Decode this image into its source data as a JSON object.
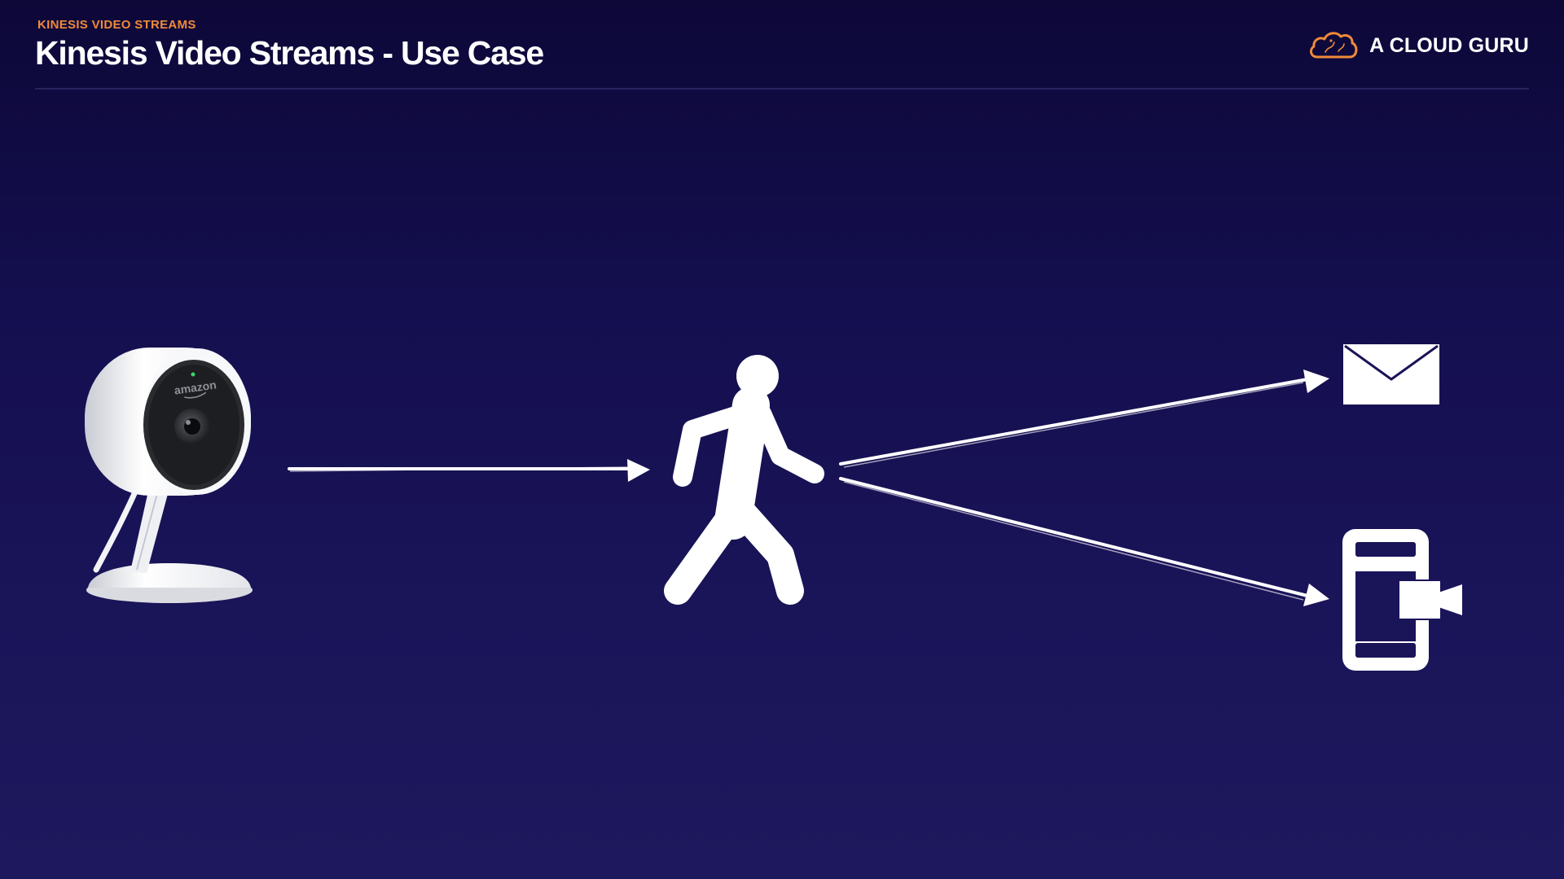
{
  "header": {
    "kicker": "KINESIS VIDEO STREAMS",
    "title": "Kinesis Video Streams - Use Case"
  },
  "brand": {
    "name": "A CLOUD GURU",
    "logo_icon": "cloud-logo-icon",
    "accent_color": "#f08a3a"
  },
  "diagram": {
    "nodes": [
      {
        "id": "camera",
        "icon": "security-camera-icon",
        "label": "amazon"
      },
      {
        "id": "person",
        "icon": "walking-person-icon"
      },
      {
        "id": "email",
        "icon": "envelope-icon"
      },
      {
        "id": "mobile-video",
        "icon": "mobile-video-icon"
      }
    ],
    "edges": [
      {
        "from": "camera",
        "to": "person"
      },
      {
        "from": "person",
        "to": "email"
      },
      {
        "from": "person",
        "to": "mobile-video"
      }
    ],
    "colors": {
      "background_top": "#0d0838",
      "background_bottom": "#1e185e",
      "foreground": "#ffffff"
    }
  }
}
